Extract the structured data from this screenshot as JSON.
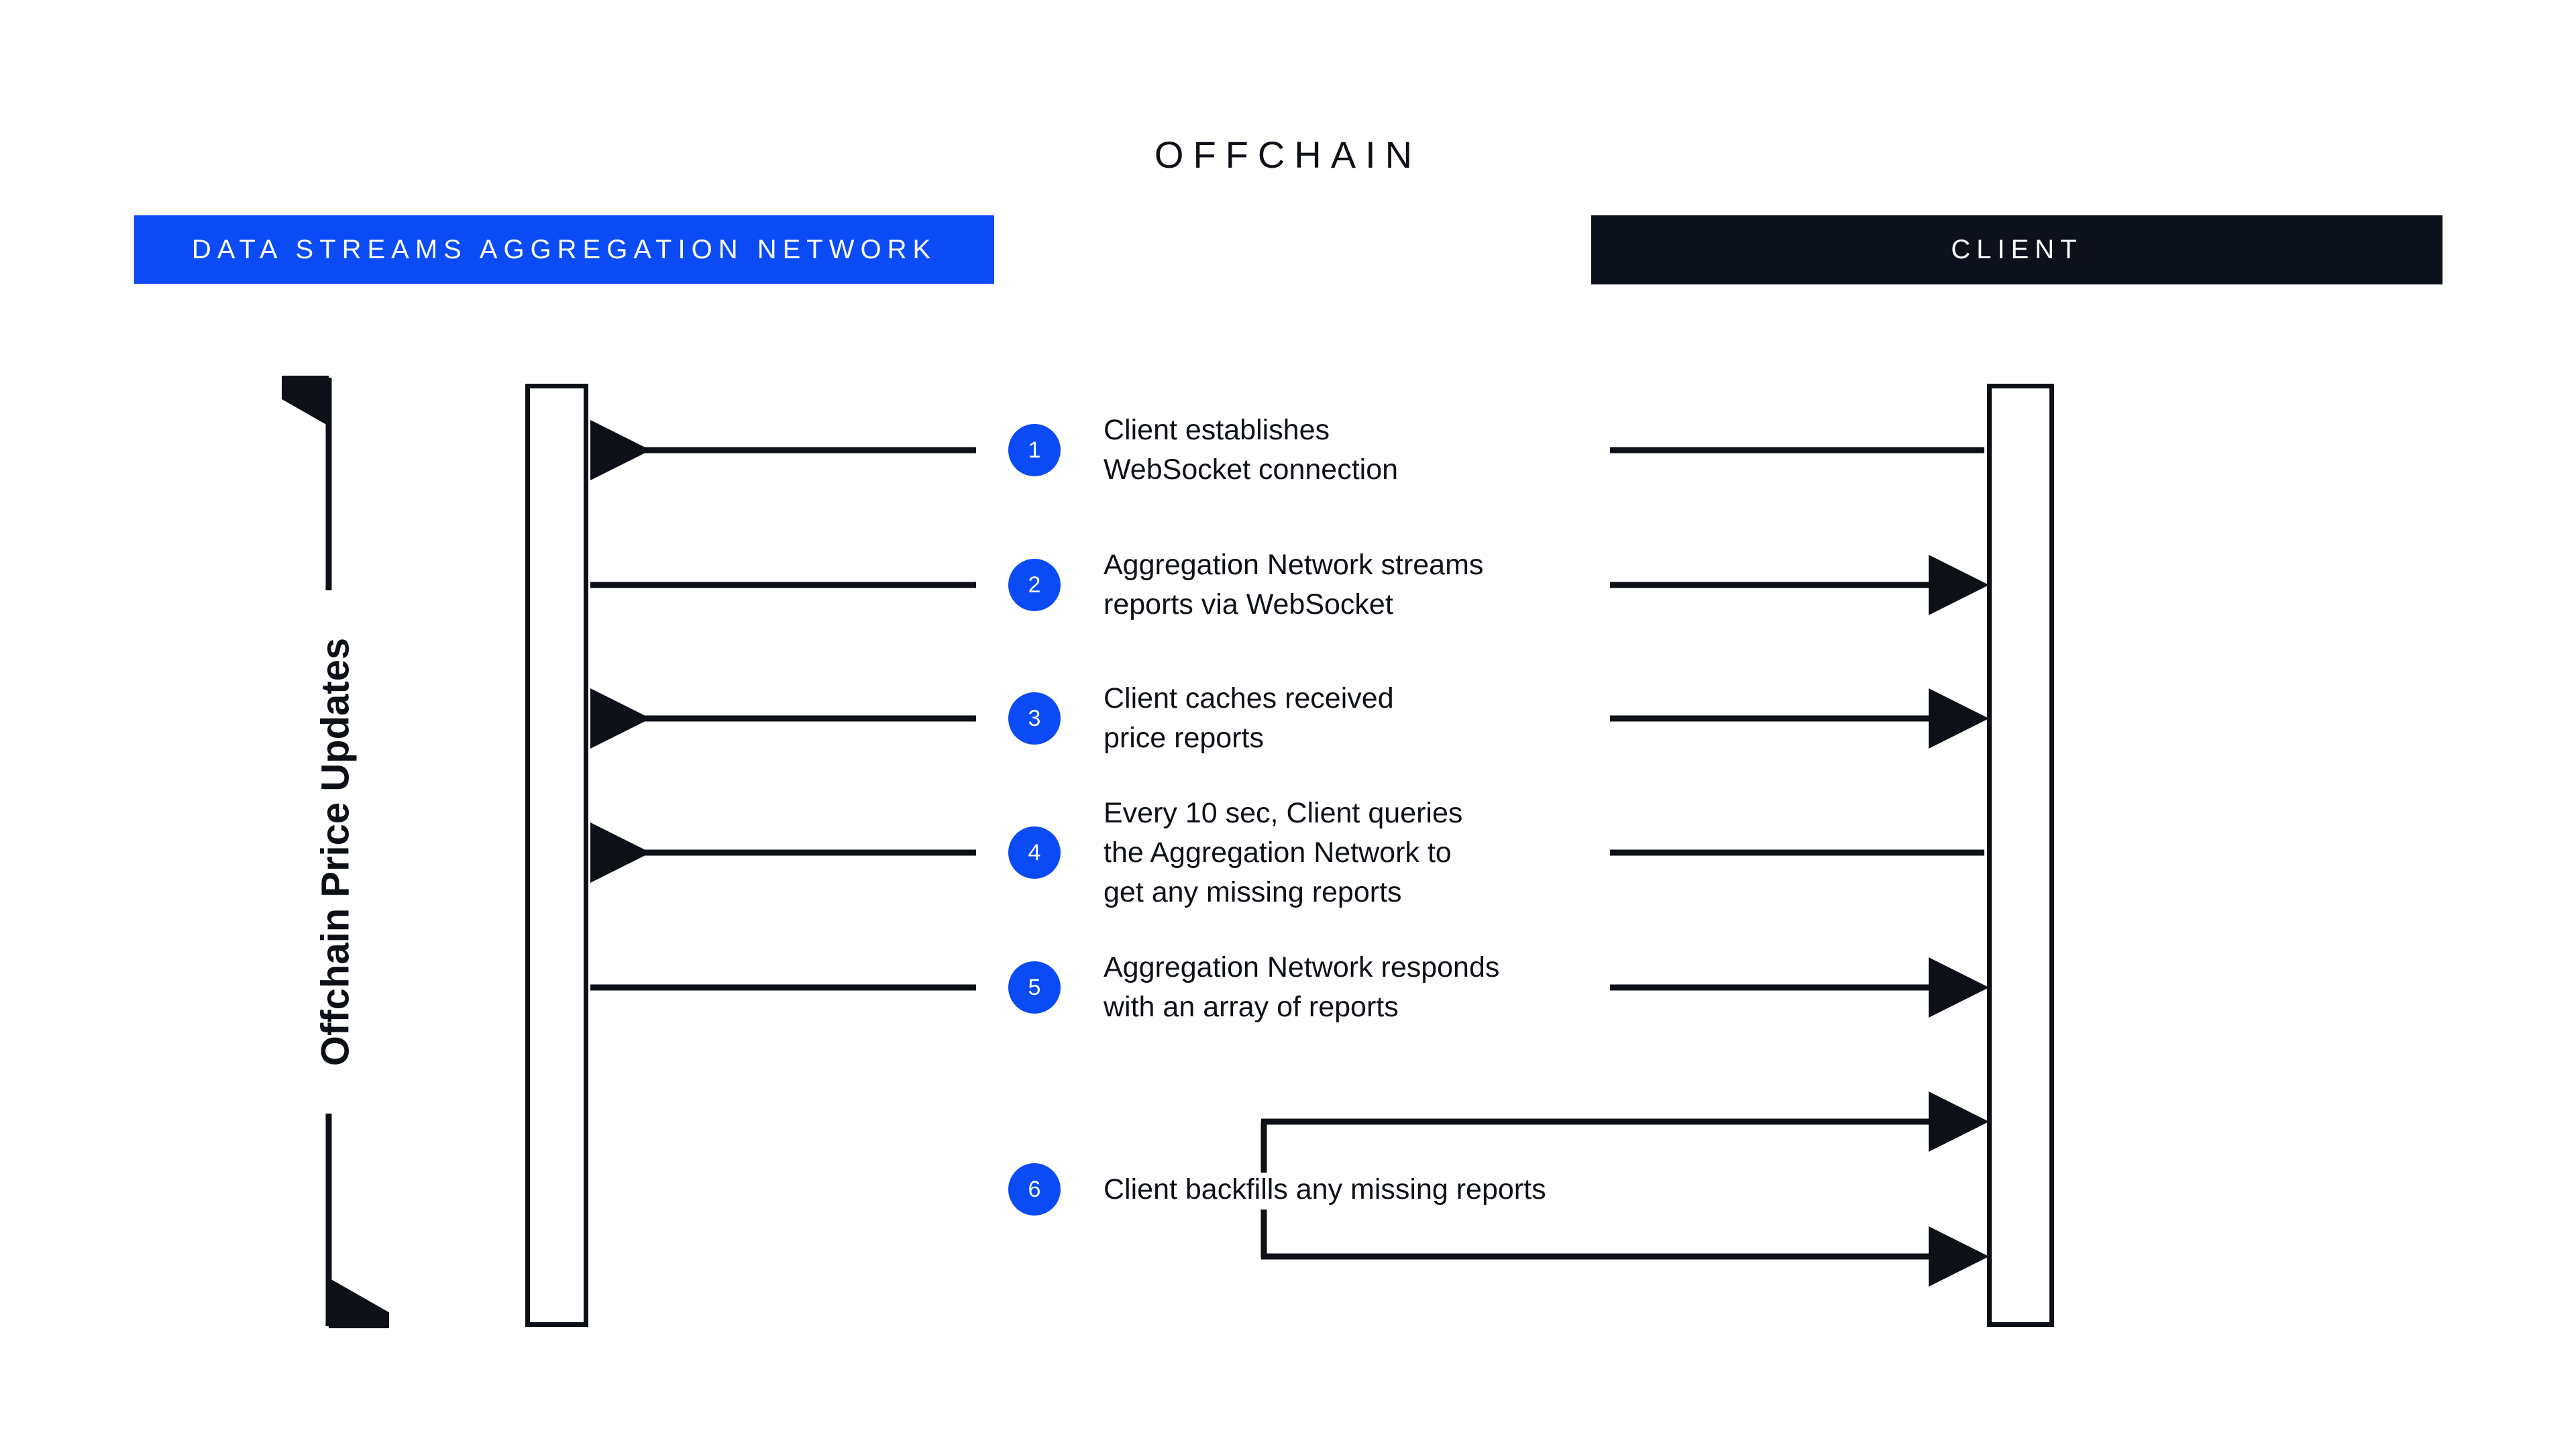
{
  "diagram": {
    "title": "OFFCHAIN",
    "vertical_axis_label": "Offchain Price Updates",
    "colors": {
      "accent_blue": "#0b4bf5",
      "dark_navy": "#0d111c",
      "line": "#0d1117",
      "background": "#ffffff"
    },
    "lanes": [
      {
        "id": "aggregation",
        "label": "DATA STREAMS AGGREGATION NETWORK",
        "banner_color": "#0b4bf5"
      },
      {
        "id": "client",
        "label": "CLIENT",
        "banner_color": "#0d111c"
      }
    ],
    "steps": [
      {
        "number": "1",
        "text": "Client establishes\nWebSocket connection",
        "direction": "client-to-aggregation"
      },
      {
        "number": "2",
        "text": "Aggregation Network streams\nreports via WebSocket",
        "direction": "aggregation-to-client"
      },
      {
        "number": "3",
        "text": "Client caches received\nprice reports",
        "direction": "client-to-aggregation"
      },
      {
        "number": "4",
        "text": "Every 10 sec, Client queries\nthe Aggregation Network to\nget any missing reports",
        "direction": "client-to-aggregation"
      },
      {
        "number": "5",
        "text": "Aggregation Network responds\nwith an array of reports",
        "direction": "aggregation-to-client"
      },
      {
        "number": "6",
        "text": "Client backfills any missing reports",
        "direction": "client-self-loop"
      }
    ]
  }
}
